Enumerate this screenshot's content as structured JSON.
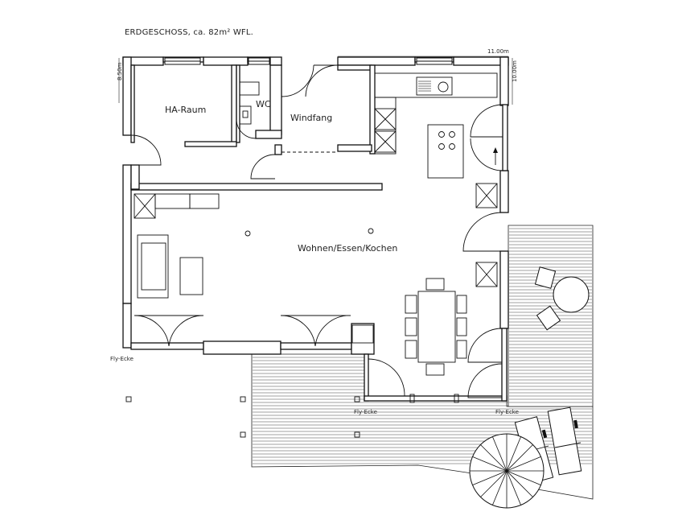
{
  "title": "ERDGESCHOSS, ca. 82m² WFL.",
  "rooms": {
    "ha_raum": "HA-Raum",
    "wc": "WC",
    "windfang": "Windfang",
    "wohnen": "Wohnen/Essen/Kochen"
  },
  "dimensions": {
    "left_height": "8.50m",
    "width": "11.00m",
    "right_height": "10.00m"
  },
  "fly_ecke": [
    "Fly-Ecke",
    "Fly-Ecke",
    "Fly-Ecke"
  ]
}
